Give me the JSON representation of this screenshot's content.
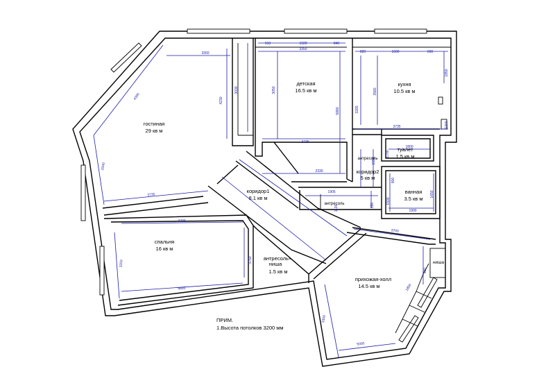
{
  "rooms": {
    "gostinaya": {
      "name": "гостиная",
      "area": "29 кв м"
    },
    "detskaya": {
      "name": "детская",
      "area": "16.5 кв м"
    },
    "kukhnya": {
      "name": "кухня",
      "area": "10.5 кв м"
    },
    "tualet": {
      "name": "туалет",
      "area": "1.5 кв м"
    },
    "koridor2": {
      "name": "коридор2",
      "area": "5 кв м"
    },
    "vannaya": {
      "name": "ванная",
      "area": "3.5 кв м"
    },
    "koridor1": {
      "name": "коридор1",
      "area": "8.1 кв м"
    },
    "spalnya": {
      "name": "спальня",
      "area": "16 кв м"
    },
    "antresol_nisha": {
      "name": "антресоль+",
      "name2": "ниша",
      "area": "1.5 кв м"
    },
    "prikhozhaya": {
      "name": "прихожая-холл",
      "area": "14.5 кв м"
    }
  },
  "labels": {
    "antresol_1": "антресоль",
    "antresol_2": "антресоль",
    "nisha": "ниша"
  },
  "note": {
    "title": "ПРИМ.",
    "line1": "1.Высота потолков  3200 мм"
  },
  "dimensions": {
    "d3350a": "3350",
    "d3030": "3030",
    "d4230": "4230",
    "d4390": "4390",
    "d2040": "2040",
    "d3735a": "3735",
    "d910": "910",
    "d1920": "1920",
    "d840": "840",
    "d3350b": "3350",
    "d3050": "3050",
    "d5880": "5880",
    "d3735b": "3735",
    "d2330": "2330",
    "d1200a": "1200",
    "d820": "820",
    "d1600": "1600",
    "d600": "600",
    "d3265": "3265",
    "d3580": "3580",
    "d3735c": "3735",
    "d1850": "1850",
    "d1800": "1800",
    "d1700": "1700",
    "d3700": "3700",
    "d1900": "1900",
    "d1500": "1500",
    "d800": "800",
    "d1550": "1550",
    "d1905": "1905",
    "d1130": "1130",
    "d650": "650",
    "d1130b": "1130",
    "d3700b": "3700",
    "d1650": "1650",
    "d4800": "4800",
    "d3750": "3750",
    "d5000": "5000",
    "d3250": "3250",
    "d1850b": "1850",
    "d950": "950",
    "d3300": "3300"
  }
}
